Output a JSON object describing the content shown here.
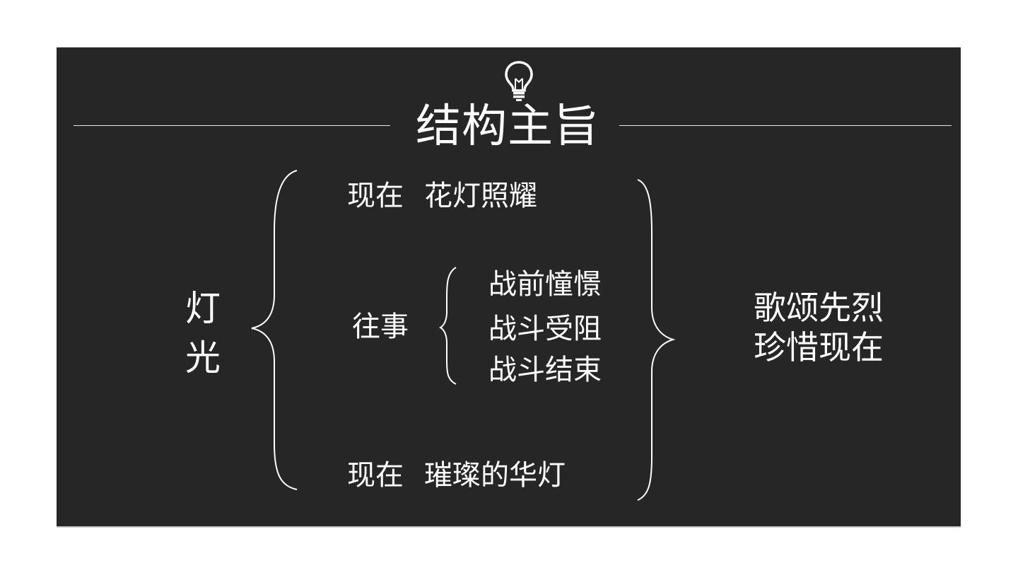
{
  "slide": {
    "title": "结构主旨",
    "icon": "lightbulb-icon",
    "theme": {
      "background": "#262626",
      "foreground": "#ffffff"
    }
  },
  "diagram": {
    "root": [
      "灯",
      "光"
    ],
    "present_top": {
      "label": "现在",
      "text": "花灯照耀"
    },
    "past": {
      "label": "往事",
      "items": [
        "战前憧憬",
        "战斗受阻",
        "战斗结束"
      ]
    },
    "present_bottom": {
      "label": "现在",
      "text": "璀璨的华灯"
    },
    "conclusion": [
      "歌颂先烈",
      "珍惜现在"
    ]
  }
}
